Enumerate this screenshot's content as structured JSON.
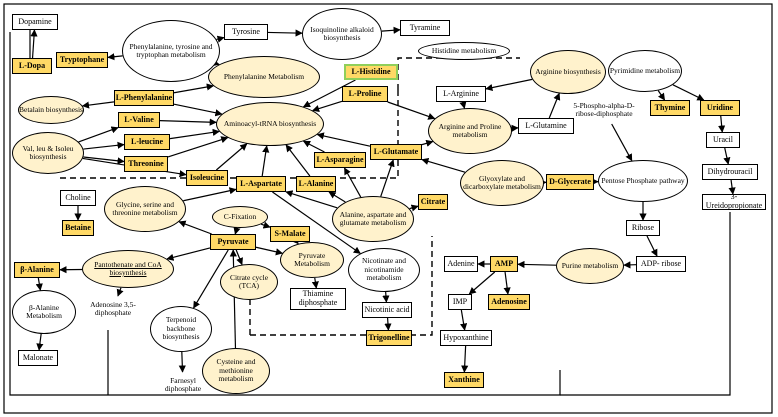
{
  "nodes": {
    "dopamine": "Dopamine",
    "l_dopa": "L-Dopa",
    "tryptophane": "Tryptophane",
    "phe_tyr_trp": "Phenylalanine, tyrosine and tryptophan metabolism",
    "tyrosine": "Tyrosine",
    "isoquinoline": "Isoquinoline alkaloid biosynthesis",
    "tyramine": "Tyramine",
    "histidine_met": "Histidine metabolism",
    "arginine_bio": "Arginine biosynthesis",
    "phenylalanine_met": "Phenylalanine Metabolism",
    "l_histidine": "L-Histidine",
    "betalain": "Betalain biosynthesis",
    "l_phenylalanine": "L-Phenylalanine",
    "l_proline": "L-Proline",
    "l_arginine": "L-Arginine",
    "pyrimidine": "Pyrimidine metabolism",
    "phospho_ribose": "5-Phospho-alpha-D-ribose-diphosphate",
    "thymine": "Thymine",
    "uridine": "Uridine",
    "l_valine": "L-Valine",
    "aminoacyl": "Aminoacyl-tRNA biosynthesis",
    "arg_pro": "Arginine and Proline metabolism",
    "l_glutamine": "L-Glutamine",
    "val_leu": "Val, leu & Isoleu biosynthesis",
    "l_leucine": "L-leucine",
    "uracil": "Uracil",
    "l_glutamate": "L-Glutamate",
    "l_asparagine": "L-Asparagine",
    "threonine": "Threonine",
    "glyoxylate": "Glyoxylate and dicarboxylate metabolism",
    "pentose": "Pentose Phosphate pathway",
    "dihydrouracil": "Dihydrouracil",
    "isoleucine": "Isoleucine",
    "l_alanine": "L-Alanine",
    "d_glycerate": "D-Glycerate",
    "choline": "Choline",
    "gly_ser_thr": "Glycine, serine and threonine metabolism",
    "l_aspartate": "L-Aspartate",
    "citrate": "Citrate",
    "ureidopropionate": "3-Ureidopropionate",
    "betaine": "Betaine",
    "c_fixation": "C-Fixation",
    "ala_asp_glu": "Alanine, aspartate and glutamate metabolism",
    "s_malate": "S-Malate",
    "ribose": "Ribose",
    "pyruvate": "Pyruvate",
    "nicotinate_met": "Nicotinate and nicotinamide metabolism",
    "b_alanine": "β-Alanine",
    "pantothenate": "Pantothenate and CoA biosynthesis",
    "pyruvate_met": "Pyruvate Metabolism",
    "purine": "Purine metabolism",
    "adenine": "Adenine",
    "amp": "AMP",
    "adp_ribose": "ADP- ribose",
    "citrate_cycle": "Citrate cycle (TCA)",
    "b_alanine_met": "β-Alanine Metabolism",
    "adenosine_diphosphate": "Adenosine 3,5-diphosphate",
    "thiamine": "Thiamine diphosphate",
    "nicotinic_acid": "Nicotinic acid",
    "imp": "IMP",
    "adenosine": "Adenosine",
    "terpenoid": "Terpenoid backbone biosynthesis",
    "trigonelline": "Trigonelline",
    "hypoxanthine": "Hypoxanthine",
    "malonate": "Malonate",
    "farnesyl": "Farnesyl diphosphate",
    "cysteine_met": "Cysteine and methionine metabolism",
    "xanthine": "Xanthine"
  },
  "colors": {
    "compound_highlight": "#ffd966",
    "pathway_fill": "#fff2cc",
    "histidine_border": "#8fcf5a",
    "line": "#000000"
  },
  "edges": [
    [
      "l_dopa",
      "dopamine"
    ],
    [
      "phe_tyr_trp",
      "tyrosine"
    ],
    [
      "phe_tyr_trp",
      "tryptophane"
    ],
    [
      "tyrosine",
      "isoquinoline"
    ],
    [
      "isoquinoline",
      "tyramine"
    ],
    [
      "phe_tyr_trp",
      "phenylalanine_met"
    ],
    [
      "l_phenylalanine",
      "phenylalanine_met"
    ],
    [
      "l_phenylalanine",
      "betalain"
    ],
    [
      "l_phenylalanine",
      "aminoacyl"
    ],
    [
      "l_histidine",
      "aminoacyl"
    ],
    [
      "l_proline",
      "aminoacyl"
    ],
    [
      "l_proline",
      "arg_pro"
    ],
    [
      "l_arginine",
      "arg_pro"
    ],
    [
      "arginine_bio",
      "l_arginine"
    ],
    [
      "arg_pro",
      "l_glutamine"
    ],
    [
      "l_glutamine",
      "arginine_bio"
    ],
    [
      "l_valine",
      "aminoacyl"
    ],
    [
      "l_leucine",
      "aminoacyl"
    ],
    [
      "threonine",
      "aminoacyl"
    ],
    [
      "isoleucine",
      "aminoacyl"
    ],
    [
      "val_leu",
      "l_valine"
    ],
    [
      "val_leu",
      "l_leucine"
    ],
    [
      "val_leu",
      "threonine"
    ],
    [
      "val_leu",
      "isoleucine"
    ],
    [
      "l_asparagine",
      "aminoacyl"
    ],
    [
      "l_glutamate",
      "aminoacyl"
    ],
    [
      "l_glutamate",
      "arg_pro"
    ],
    [
      "l_alanine",
      "aminoacyl"
    ],
    [
      "l_aspartate",
      "aminoacyl"
    ],
    [
      "glyoxylate",
      "l_glutamate"
    ],
    [
      "glyoxylate",
      "d_glycerate"
    ],
    [
      "d_glycerate",
      "pentose"
    ],
    [
      "phospho_ribose",
      "pentose"
    ],
    [
      "pyrimidine",
      "thymine"
    ],
    [
      "pyrimidine",
      "uridine"
    ],
    [
      "uridine",
      "uracil"
    ],
    [
      "uracil",
      "dihydrouracil"
    ],
    [
      "dihydrouracil",
      "ureidopropionate"
    ],
    [
      "pentose",
      "ribose"
    ],
    [
      "ribose",
      "adp_ribose"
    ],
    [
      "adp_ribose",
      "purine"
    ],
    [
      "purine",
      "amp"
    ],
    [
      "amp",
      "adenine"
    ],
    [
      "amp",
      "adenosine"
    ],
    [
      "amp",
      "imp"
    ],
    [
      "imp",
      "hypoxanthine"
    ],
    [
      "hypoxanthine",
      "xanthine"
    ],
    [
      "choline",
      "betaine"
    ],
    [
      "gly_ser_thr",
      "l_aspartate"
    ],
    [
      "ala_asp_glu",
      "l_aspartate"
    ],
    [
      "ala_asp_glu",
      "l_alanine"
    ],
    [
      "ala_asp_glu",
      "l_asparagine"
    ],
    [
      "ala_asp_glu",
      "l_glutamate"
    ],
    [
      "ala_asp_glu",
      "citrate"
    ],
    [
      "c_fixation",
      "pyruvate"
    ],
    [
      "c_fixation",
      "s_malate"
    ],
    [
      "s_malate",
      "pyruvate_met"
    ],
    [
      "pyruvate",
      "pyruvate_met"
    ],
    [
      "pyruvate",
      "citrate_cycle"
    ],
    [
      "pyruvate",
      "gly_ser_thr"
    ],
    [
      "pyruvate_met",
      "thiamine"
    ],
    [
      "nicotinate_met",
      "nicotinic_acid"
    ],
    [
      "nicotinic_acid",
      "trigonelline"
    ],
    [
      "l_aspartate",
      "nicotinate_met"
    ],
    [
      "pyruvate",
      "pantothenate"
    ],
    [
      "pantothenate",
      "b_alanine"
    ],
    [
      "pantothenate",
      "adenosine_diphosphate"
    ],
    [
      "b_alanine",
      "b_alanine_met"
    ],
    [
      "b_alanine_met",
      "malonate"
    ],
    [
      "terpenoid",
      "farnesyl"
    ],
    [
      "pyruvate",
      "terpenoid"
    ],
    [
      "cysteine_met",
      "pyruvate"
    ]
  ]
}
